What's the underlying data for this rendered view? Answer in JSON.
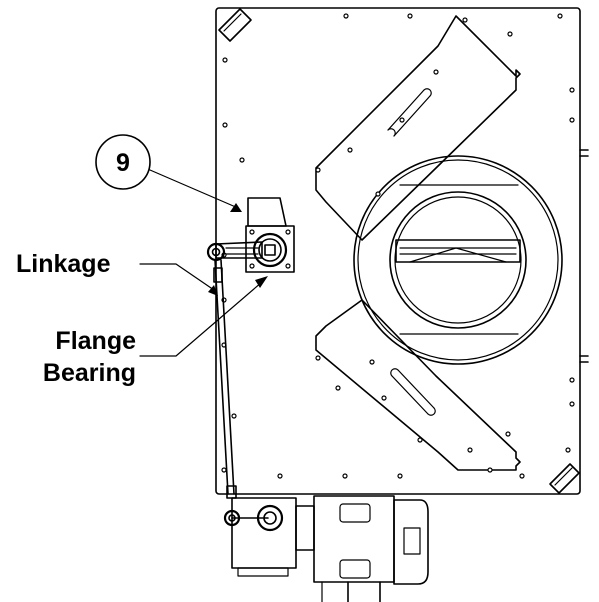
{
  "callout": {
    "number": "9"
  },
  "labels": {
    "linkage": "Linkage",
    "flange_line1": "Flange",
    "flange_line2": "Bearing"
  }
}
